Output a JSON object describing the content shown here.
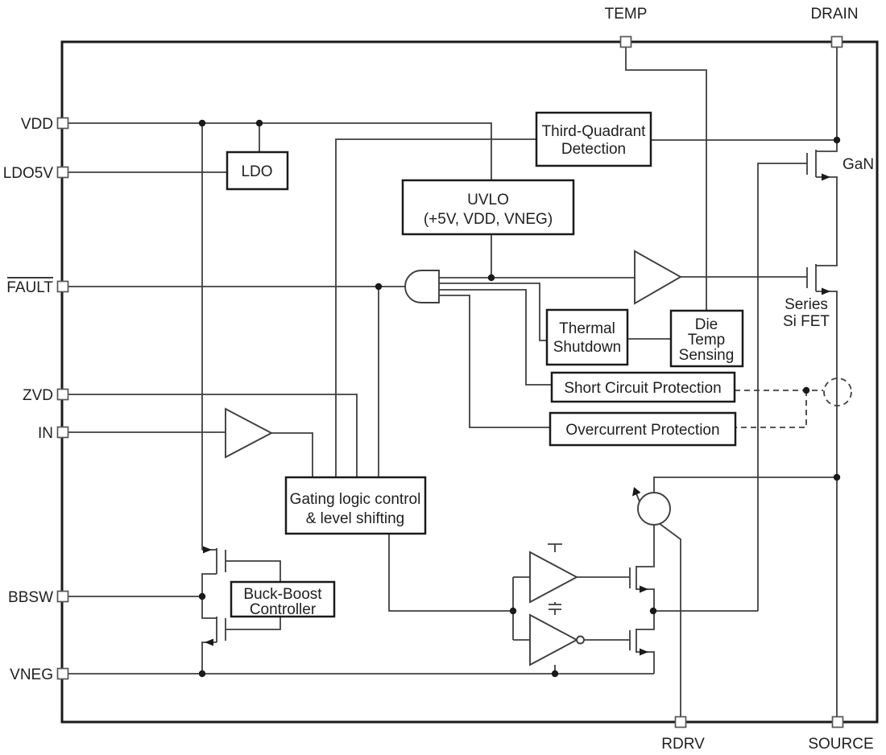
{
  "colors": {
    "background": "#ffffff",
    "wire": "#3f3f3f",
    "block_border": "#1a1a1a",
    "text": "#1f1f1f",
    "pin_border": "#555555"
  },
  "pins": {
    "vdd": "VDD",
    "ldo5v": "LDO5V",
    "fault": "FAULT",
    "zvd": "ZVD",
    "in": "IN",
    "bbsw": "BBSW",
    "vneg": "VNEG",
    "temp": "TEMP",
    "drain": "DRAIN",
    "rdrv": "RDRV",
    "source": "SOURCE"
  },
  "blocks": {
    "ldo": "LDO",
    "third_quadrant": {
      "line1": "Third-Quadrant",
      "line2": "Detection"
    },
    "uvlo": {
      "line1": "UVLO",
      "line2": "(+5V, VDD, VNEG)"
    },
    "thermal_shutdown": {
      "line1": "Thermal",
      "line2": "Shutdown"
    },
    "die_temp": {
      "line1": "Die",
      "line2": "Temp",
      "line3": "Sensing"
    },
    "short_circuit": "Short Circuit Protection",
    "overcurrent": "Overcurrent Protection",
    "gating": {
      "line1": "Gating logic control",
      "line2": "& level shifting"
    },
    "buck_boost": {
      "line1": "Buck-Boost",
      "line2": "Controller"
    }
  },
  "annotations": {
    "gan": "GaN",
    "series_fet_line1": "Series",
    "series_fet_line2": "Si FET"
  }
}
